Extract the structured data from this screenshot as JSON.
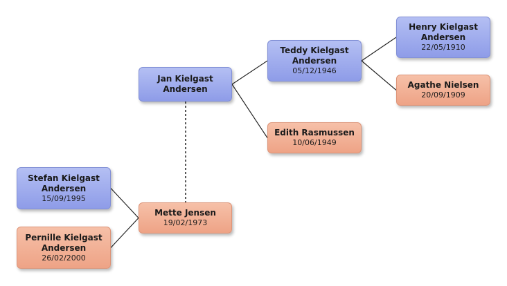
{
  "colors": {
    "male_fill": "#a0acee",
    "female_fill": "#f2b196",
    "line": "#222222"
  },
  "people": [
    {
      "id": "henry",
      "name": "Henry Kielgast\nAndersen",
      "date": "22/05/1910",
      "gender": "male"
    },
    {
      "id": "agathe",
      "name": "Agathe Nielsen",
      "date": "20/09/1909",
      "gender": "female"
    },
    {
      "id": "teddy",
      "name": "Teddy Kielgast\nAndersen",
      "date": "05/12/1946",
      "gender": "male"
    },
    {
      "id": "edith",
      "name": "Edith Rasmussen",
      "date": "10/06/1949",
      "gender": "female"
    },
    {
      "id": "jan",
      "name": "Jan Kielgast\nAndersen",
      "date": "",
      "gender": "male"
    },
    {
      "id": "mette",
      "name": "Mette Jensen",
      "date": "19/02/1973",
      "gender": "female"
    },
    {
      "id": "stefan",
      "name": "Stefan Kielgast\nAndersen",
      "date": "15/09/1995",
      "gender": "male"
    },
    {
      "id": "pernille",
      "name": "Pernille Kielgast\nAndersen",
      "date": "26/02/2000",
      "gender": "female"
    }
  ],
  "links": [
    {
      "from": "teddy",
      "to": "henry",
      "style": "solid"
    },
    {
      "from": "teddy",
      "to": "agathe",
      "style": "solid"
    },
    {
      "from": "jan",
      "to": "teddy",
      "style": "solid"
    },
    {
      "from": "jan",
      "to": "edith",
      "style": "solid"
    },
    {
      "from": "jan",
      "to": "mette",
      "style": "dotted"
    },
    {
      "from": "stefan",
      "to": "mette",
      "style": "solid"
    },
    {
      "from": "pernille",
      "to": "mette",
      "style": "solid"
    }
  ]
}
